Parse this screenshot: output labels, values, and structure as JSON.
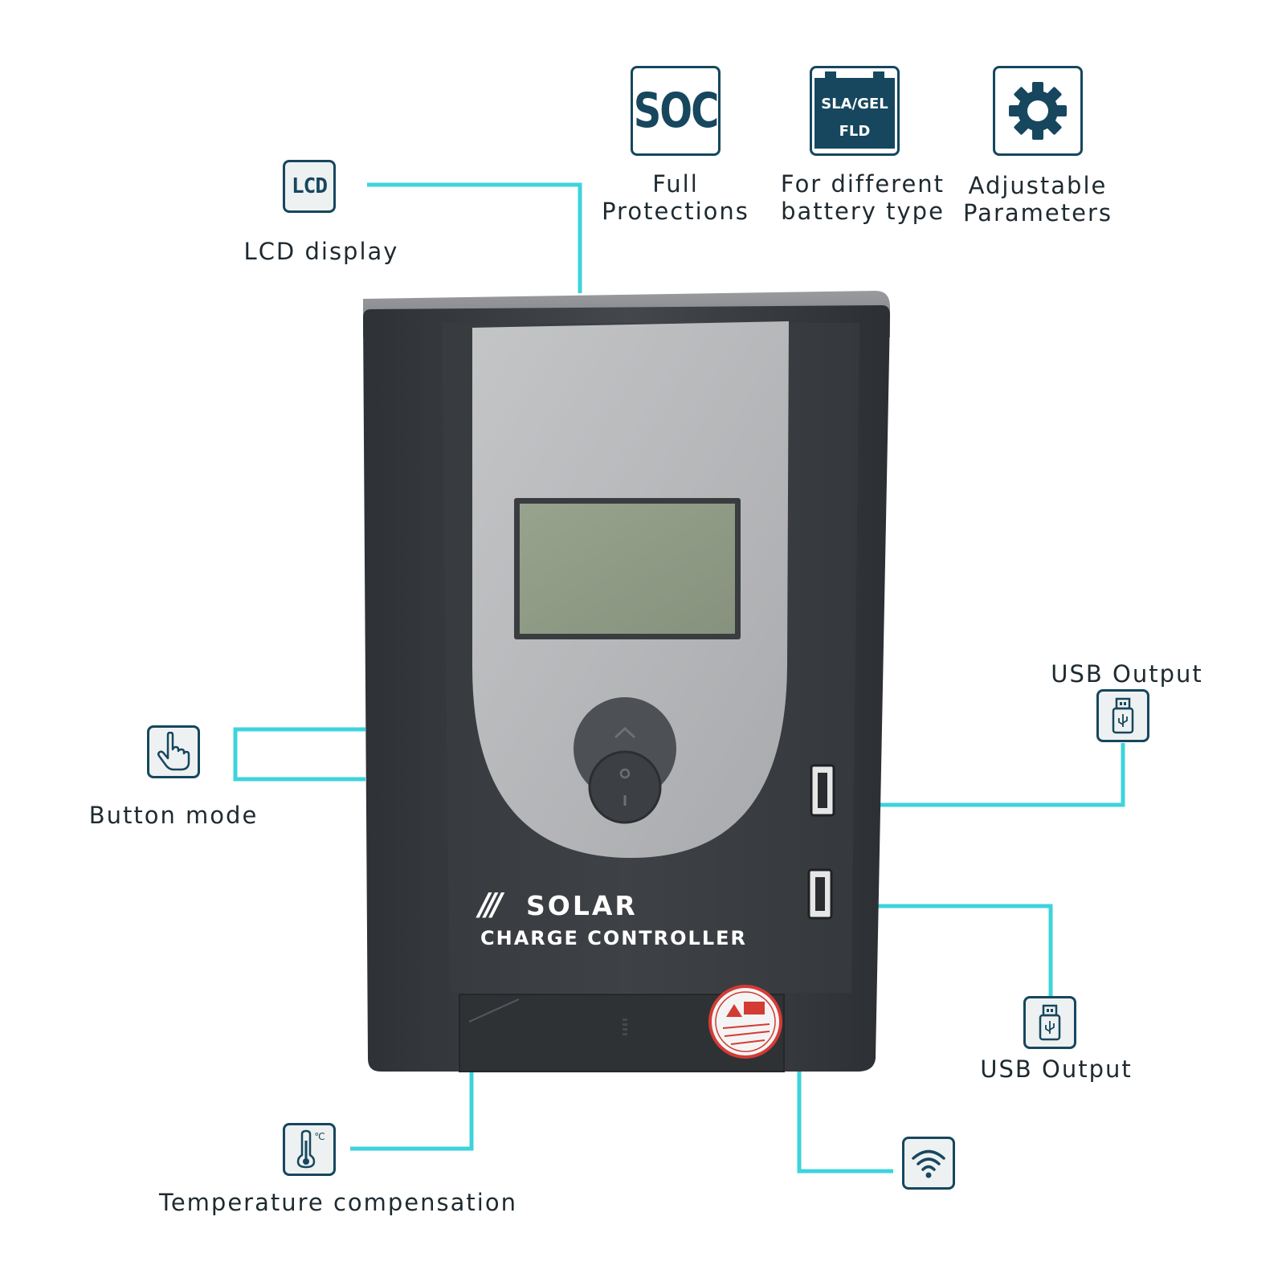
{
  "features": {
    "lcd": {
      "icon_text": "LCD",
      "label": "LCD display"
    },
    "soc": {
      "icon_text": "SOC",
      "label_line1": "Full",
      "label_line2": "Protections"
    },
    "battery": {
      "icon_text_top": "SLA/GEL",
      "icon_text_bottom": "FLD",
      "label_line1": "For different",
      "label_line2": "battery type"
    },
    "params": {
      "label_line1": "Adjustable",
      "label_line2": "Parameters"
    },
    "button": {
      "label": "Button mode"
    },
    "usb_top": {
      "label": "USB Output"
    },
    "usb_bottom": {
      "label": "USB Output"
    },
    "temperature": {
      "icon_text": "℃",
      "label": "Temperature compensation"
    }
  },
  "device": {
    "brand_slashes": "///",
    "brand_main": "SOLAR",
    "brand_sub": "CHARGE CONTROLLER"
  },
  "colors": {
    "accent_line": "#3ed3dc",
    "icon_border": "#16475e",
    "device_body": "#3b3e42",
    "device_panel": "#b9babc",
    "lcd_screen": "#8f9c86"
  }
}
